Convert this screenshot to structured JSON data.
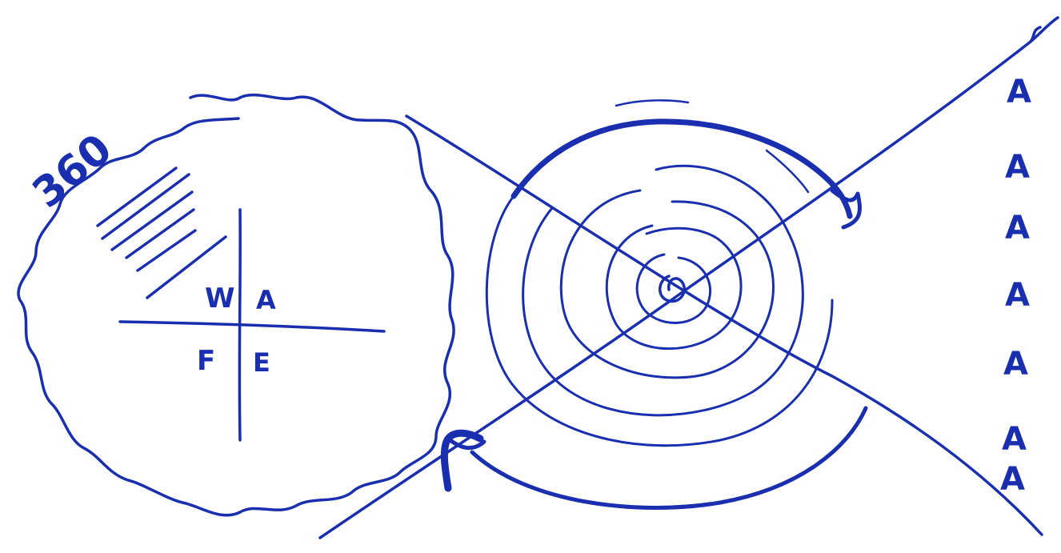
{
  "ink_color": "#1a2fb0",
  "background": "#ffffff",
  "wavy_circle": {
    "label": "360",
    "quadrants": {
      "top_left": "W",
      "top_right": "A",
      "bottom_left": "F",
      "bottom_right": "E"
    }
  },
  "right_column": {
    "letters": [
      "A",
      "A",
      "A",
      "A",
      "A",
      "A",
      "A"
    ]
  }
}
